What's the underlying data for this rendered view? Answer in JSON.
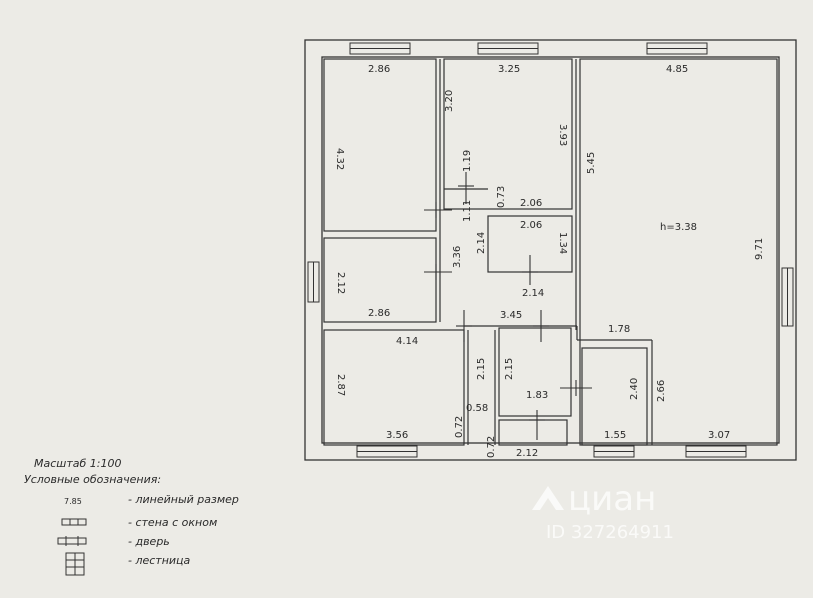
{
  "dimensions": {
    "r1_top": "2.86",
    "r1_side": "4.32",
    "r2_top": "3.25",
    "r2_left": "3.20",
    "r2_right": "3.93",
    "r2_bottom": "2.06",
    "r2_gap": "0.73",
    "r3_top": "4.85",
    "r3_left": "5.45",
    "r3_right": "9.71",
    "r3_h": "h=3.38",
    "hall_a": "1.19",
    "hall_b": "1.11",
    "hall_c": "2.14",
    "hall_d": "3.36",
    "r4_top": "2.06",
    "r4_side": "1.34",
    "r4_bottom": "2.14",
    "r5_side": "2.12",
    "r5_bottom": "2.86",
    "mid_a": "3.45",
    "mid_b": "1.78",
    "r6_top": "4.14",
    "r6_left": "2.87",
    "r6_right": "2.15",
    "r6_bottom": "3.56",
    "r6_a": "0.72",
    "r6_b": "0.58",
    "r7_side": "2.15",
    "r7_bottom": "1.83",
    "r8_side": "2.40",
    "r8_bottom": "1.55",
    "r9_left": "2.66",
    "r9_bottom": "3.07",
    "porch_a": "0.72",
    "porch_b": "2.12"
  },
  "legend": {
    "scale": "Масштаб 1:100",
    "title": "Условные обозначения:",
    "sample_value": "7.85",
    "items": [
      "- линейный размер",
      "- стена с окном",
      "- дверь",
      "- лестница"
    ]
  },
  "watermark": {
    "brand": "циан",
    "id": "ID 327264911"
  }
}
